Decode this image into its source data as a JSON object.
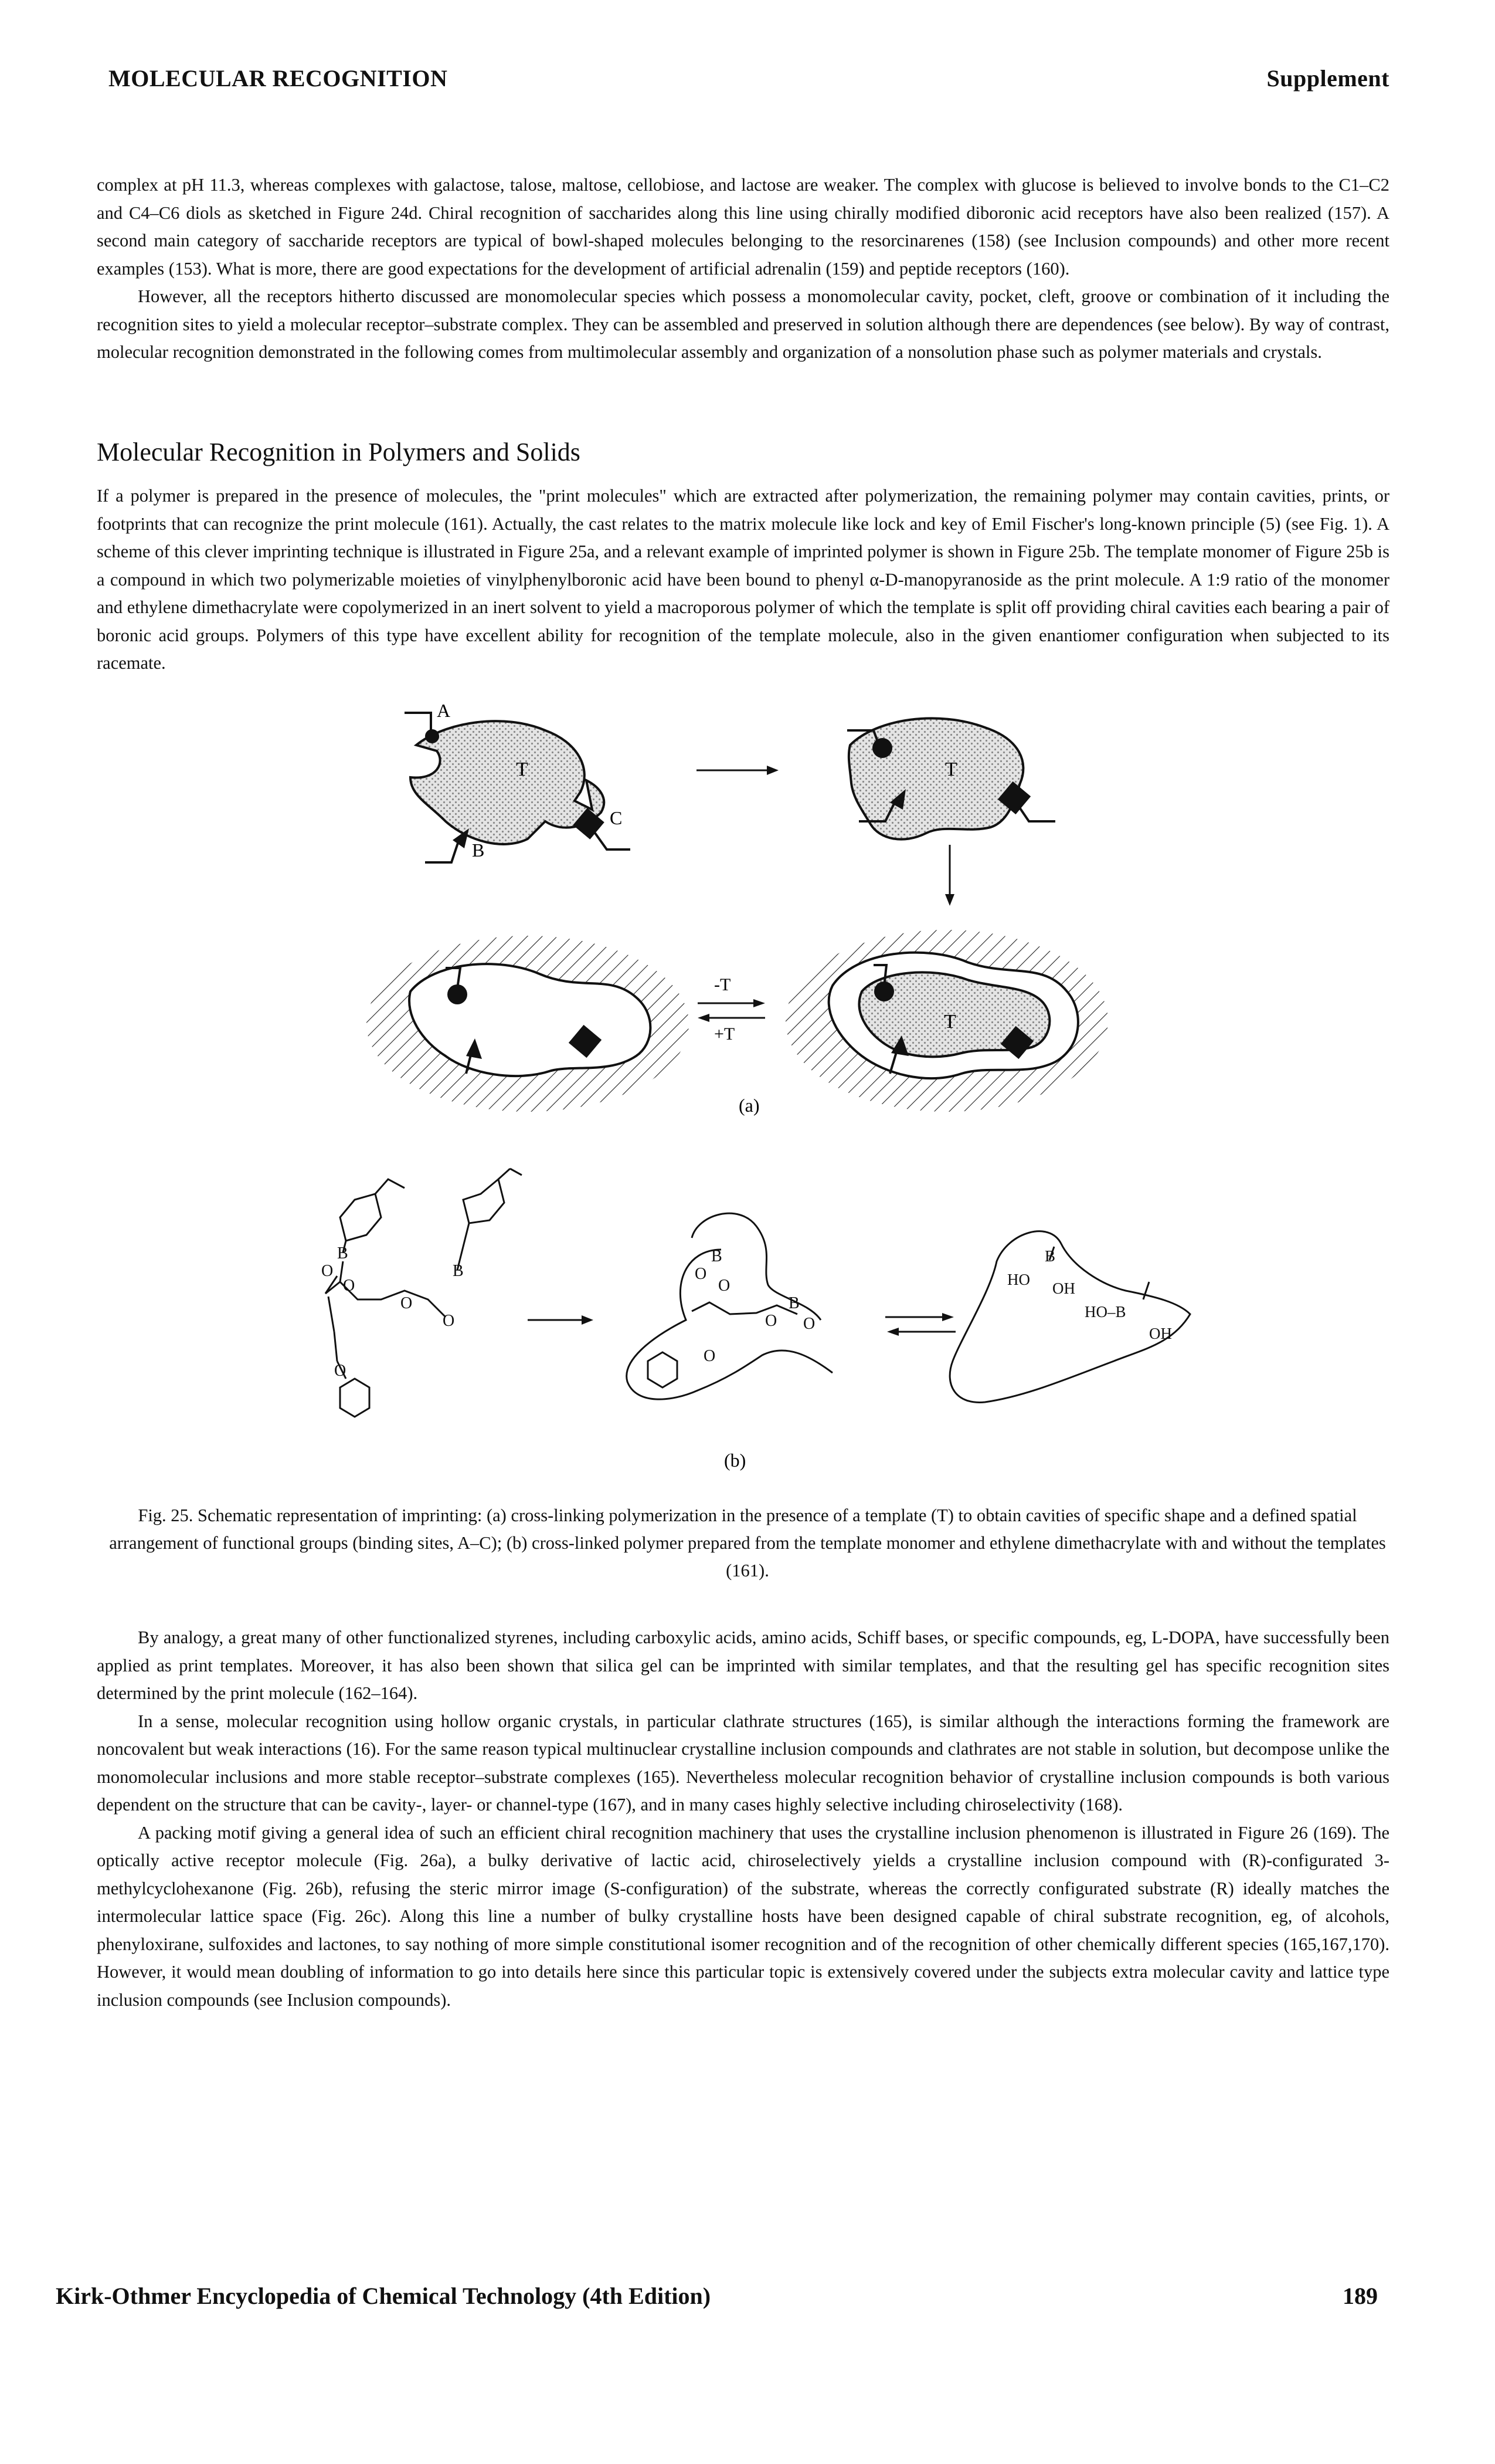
{
  "header": {
    "left": "MOLECULAR RECOGNITION",
    "right": "Supplement"
  },
  "intro": {
    "p1": "complex at pH 11.3, whereas complexes with galactose, talose, maltose, cellobiose, and lactose are weaker. The complex with glucose is believed to involve bonds to the C1–C2 and C4–C6 diols as sketched in Figure 24d. Chiral recognition of saccharides along this line using chirally modified diboronic acid receptors have also been realized (157). A second main category of saccharide receptors are typical of bowl-shaped molecules belonging to the resorcinarenes (158) (see Inclusion compounds) and other more recent examples (153). What is more, there are good expectations for the development of artificial adrenalin (159) and peptide receptors (160).",
    "p2": "However, all the receptors hitherto discussed are monomolecular species which possess a monomolecular cavity, pocket, cleft, groove or combination of it including the recognition sites to yield a molecular receptor–substrate complex. They can be assembled and preserved in solution although there are dependences (see below). By way of contrast, molecular recognition demonstrated in the following comes from multimolecular assembly and organization of a nonsolution phase such as polymer materials and crystals."
  },
  "section": {
    "title": "Molecular Recognition in Polymers and Solids",
    "p1": "If a polymer is prepared in the presence of molecules, the \"print molecules\" which are extracted after polymerization, the remaining polymer may contain cavities, prints, or footprints that can recognize the print molecule (161). Actually, the cast relates to the matrix molecule like lock and key of Emil Fischer's long-known principle (5) (see Fig. 1). A scheme of this clever imprinting technique is illustrated in Figure 25a, and a relevant example of imprinted polymer is shown in Figure 25b. The template monomer of Figure 25b is a compound in which two polymerizable moieties of vinylphenylboronic acid have been bound to phenyl α-D-manopyranoside as the print molecule. A 1:9 ratio of the monomer and ethylene dimethacrylate were copolymerized in an inert solvent to yield a macroporous polymer of which the template is split off providing chiral cavities each bearing a pair of boronic acid groups. Polymers of this type have excellent ability for recognition of the template molecule, also in the given enantiomer configuration when subjected to its racemate."
  },
  "figure": {
    "label_a": "(a)",
    "label_b": "(b)",
    "T": "T",
    "A": "A",
    "B": "B",
    "C": "C",
    "minus_t": "-T",
    "plus_t": "+T",
    "atom_b": "B",
    "atom_o": "O",
    "ho": "HO",
    "oh": "OH",
    "ho_b": "HO–B"
  },
  "caption": "Fig. 25. Schematic representation of imprinting: (a) cross-linking polymerization in the presence of a template (T) to obtain cavities of specific shape and a defined spatial arrangement of functional groups (binding sites, A–C); (b) cross-linked polymer prepared from the template monomer and ethylene dimethacrylate with and without the templates (161).",
  "after": {
    "p1": "By analogy, a great many of other functionalized styrenes, including carboxylic acids, amino acids, Schiff bases, or specific compounds, eg, L-DOPA, have successfully been applied as print templates. Moreover, it has also been shown that silica gel can be imprinted with similar templates, and that the resulting gel has specific recognition sites determined by the print molecule (162–164).",
    "p2": "In a sense, molecular recognition using hollow organic crystals, in particular clathrate structures (165), is similar although the interactions forming the framework are noncovalent but weak interactions (16). For the same reason typical multinuclear crystalline inclusion compounds and clathrates are not stable in solution, but decompose unlike the monomolecular inclusions and more stable receptor–substrate complexes (165). Nevertheless molecular recognition behavior of crystalline inclusion compounds is both various dependent on the structure that can be cavity-, layer- or channel-type (167), and in many cases highly selective including chiroselectivity (168).",
    "p3": "A packing motif giving a general idea of such an efficient chiral recognition machinery that uses the crystalline inclusion phenomenon is illustrated in Figure 26 (169). The optically active receptor molecule (Fig. 26a), a bulky derivative of lactic acid, chiroselectively yields a crystalline inclusion compound with (R)-configurated 3-methylcyclohexanone (Fig. 26b), refusing the steric mirror image (S-configuration) of the substrate, whereas the correctly configurated substrate (R) ideally matches the intermolecular lattice space (Fig. 26c). Along this line a number of bulky crystalline hosts have been designed capable of chiral substrate recognition, eg, of alcohols, phenyloxirane, sulfoxides and lactones, to say nothing of more simple constitutional isomer recognition and of the recognition of other chemically different species (165,167,170). However, it would mean doubling of information to go into details here since this particular topic is extensively covered under the subjects extra molecular cavity and lattice type inclusion compounds (see Inclusion compounds)."
  },
  "footer": {
    "left": "Kirk-Othmer Encyclopedia of Chemical Technology (4th Edition)",
    "right": "189"
  }
}
